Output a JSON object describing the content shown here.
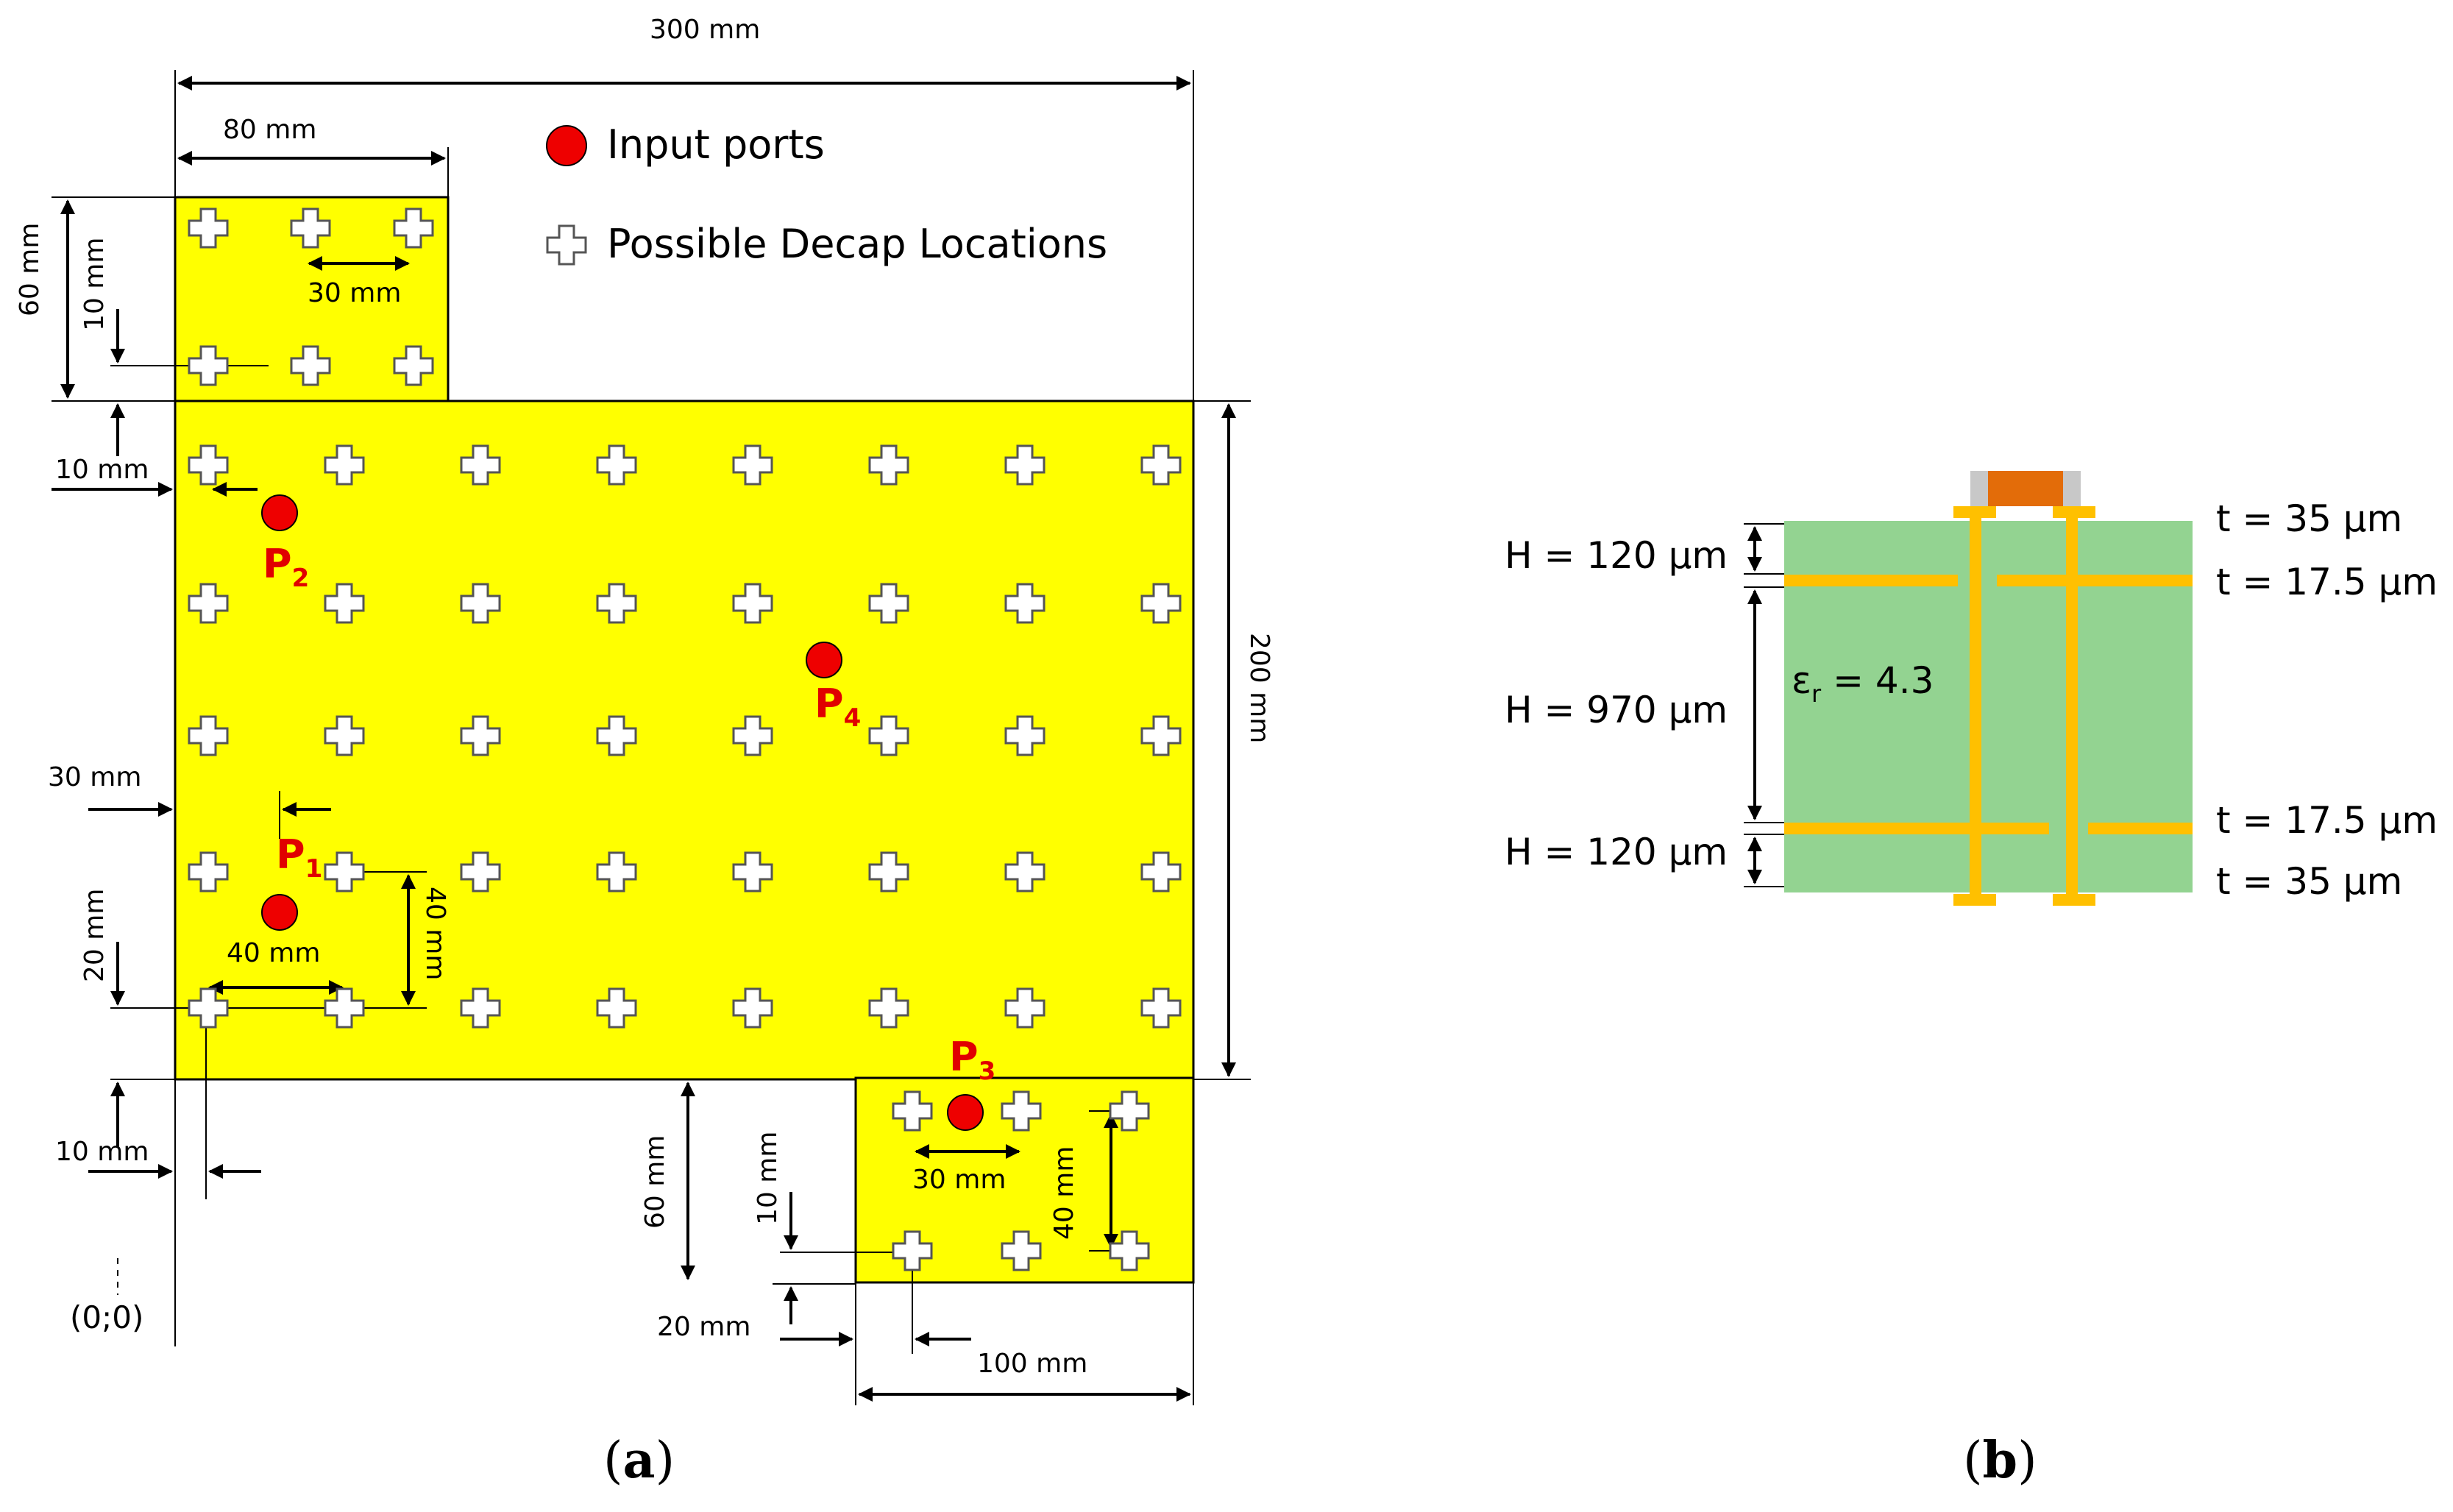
{
  "figure_a": {
    "caption_open": "(",
    "caption_letter": "a",
    "caption_close": ")",
    "legend": {
      "input_ports": "Input ports",
      "decap_locations": "Possible Decap Locations"
    },
    "ports": [
      {
        "label": "P",
        "sub": "1"
      },
      {
        "label": "P",
        "sub": "2"
      },
      {
        "label": "P",
        "sub": "3"
      },
      {
        "label": "P",
        "sub": "4"
      }
    ],
    "dimensions": {
      "total_width": "300 mm",
      "top_block_width": "80 mm",
      "top_block_height": "60 mm",
      "top_block_offset_y": "10 mm",
      "top_block_pitch": "30 mm",
      "main_offset_x": "10 mm",
      "main_height": "200 mm",
      "port1_x": "30 mm",
      "port1_pitch_y": "40 mm",
      "main_pitch_x": "40 mm",
      "main_offset_y": "20 mm",
      "origin_offset_x": "10 mm",
      "origin": "(0;0)",
      "bottom_block_height": "60 mm",
      "bottom_block_offset_y": "10 mm",
      "bottom_block_pitch_x": "30 mm",
      "bottom_block_pitch_y": "40 mm",
      "bottom_block_offset_x": "20 mm",
      "bottom_block_width": "100 mm"
    },
    "colors": {
      "board": "#ffff00",
      "port": "#ee0000",
      "decap": "#ffffff"
    }
  },
  "figure_b": {
    "caption_open": "(",
    "caption_letter": "b",
    "caption_close": ")",
    "h_top": "H = 120 µm",
    "h_core": "H = 970 µm",
    "h_bottom": "H = 120 µm",
    "t_top_outer": "t = 35 µm",
    "t_top_inner": "t = 17.5 µm",
    "t_bottom_inner": "t = 17.5 µm",
    "t_bottom_outer": "t = 35 µm",
    "epsilon": "ε",
    "epsilon_sub": "r",
    "epsilon_value": " = 4.3",
    "colors": {
      "dielectric": "#93d391",
      "copper": "#ffc000",
      "component": "#e36c09",
      "pad": "#c8c8c8"
    }
  }
}
